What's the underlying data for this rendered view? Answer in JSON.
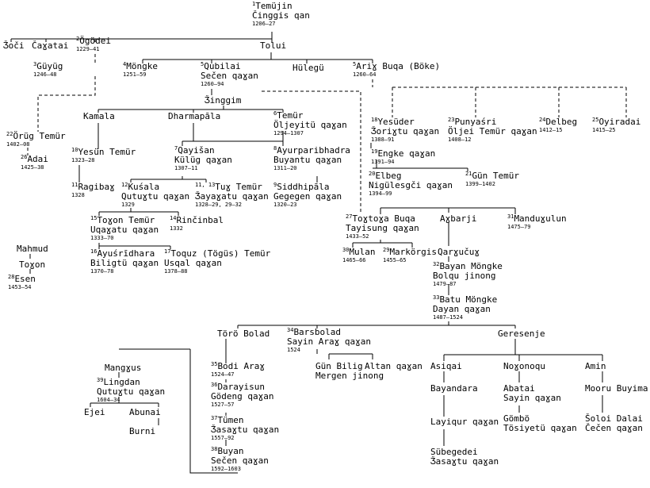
{
  "nodes": [
    {
      "id": "temujin",
      "num": "1",
      "lines": [
        "Temüjin",
        "Činggis qan"
      ],
      "date": "1206–27"
    },
    {
      "id": "joci",
      "lines": [
        "Ǯoči"
      ]
    },
    {
      "id": "cagatai",
      "lines": [
        "Čaɣatai"
      ]
    },
    {
      "id": "ogodei",
      "num": "2",
      "lines": [
        "Ögödei"
      ],
      "date": "1229–41"
    },
    {
      "id": "tolui",
      "lines": [
        "Tolui"
      ]
    },
    {
      "id": "guyug",
      "num": "3",
      "lines": [
        "Güyüg"
      ],
      "date": "1246–48"
    },
    {
      "id": "mongke",
      "num": "4",
      "lines": [
        "Möngke"
      ],
      "date": "1251–59"
    },
    {
      "id": "qubilai",
      "num": "5",
      "lines": [
        "Qubilai",
        "Sečen qaɣan"
      ],
      "date": "1260–94"
    },
    {
      "id": "hulegu",
      "lines": [
        "Hülegü"
      ]
    },
    {
      "id": "arigbuqa",
      "num": "5",
      "lines": [
        "Ariɣ Buqa (Böke)"
      ],
      "date": "1260–64"
    },
    {
      "id": "jinggim",
      "lines": [
        "Ǯinggim"
      ]
    },
    {
      "id": "kamala",
      "lines": [
        "Kamala"
      ]
    },
    {
      "id": "dharmapala",
      "lines": [
        "Dharmapāla"
      ]
    },
    {
      "id": "temur",
      "num": "6",
      "lines": [
        "Temür",
        "Öljeyitü qaɣan"
      ],
      "date": "1294–1307"
    },
    {
      "id": "yesuder",
      "num": "18",
      "lines": [
        "Yesüder",
        "Ǯoriɣtu qaɣan"
      ],
      "date": "1388–91"
    },
    {
      "id": "punyasri",
      "num": "23",
      "lines": [
        "Punyaśri",
        "Öljei Temür qaɣan"
      ],
      "date": "1408–12"
    },
    {
      "id": "delbeg",
      "num": "24",
      "lines": [
        "Delbeg"
      ],
      "date": "1412–15"
    },
    {
      "id": "oyiradai",
      "num": "25",
      "lines": [
        "Oyiradai"
      ],
      "date": "1415–25"
    },
    {
      "id": "orugtemur",
      "num": "22",
      "lines": [
        "Örüg Temür"
      ],
      "date": "1402–08"
    },
    {
      "id": "adai",
      "num": "26",
      "lines": [
        "Adai"
      ],
      "date": "1425–38"
    },
    {
      "id": "yesuntemur",
      "num": "10",
      "lines": [
        "Yesün Temür"
      ],
      "date": "1323–28"
    },
    {
      "id": "qayisan",
      "num": "7",
      "lines": [
        "Qayišan",
        "Külüg qaɣan"
      ],
      "date": "1307–11"
    },
    {
      "id": "ayurparibhadra",
      "num": "8",
      "lines": [
        "Ayurparibhadra",
        "Buyantu qaɣan"
      ],
      "date": "1311–20"
    },
    {
      "id": "engke",
      "num": "19",
      "lines": [
        "Engke qaɣan"
      ],
      "date": "1391–94"
    },
    {
      "id": "elbeg",
      "num": "20",
      "lines": [
        "Elbeg",
        "Nigülesgči qaɣan"
      ],
      "date": "1394–99"
    },
    {
      "id": "guntemur",
      "num": "21",
      "lines": [
        "Gün Temür"
      ],
      "date": "1399–1402"
    },
    {
      "id": "ragibag",
      "num": "11",
      "lines": [
        "Ragibaɣ"
      ],
      "date": "1328"
    },
    {
      "id": "kusala",
      "num": "12",
      "lines": [
        "Kuśala",
        "Qutuɣtu qaɣan"
      ],
      "date": "1329"
    },
    {
      "id": "tugtemur",
      "num": "11, 13",
      "lines": [
        "Tuɣ Temür",
        "Ǯayaɣatu qaɣan"
      ],
      "date": "1328–29, 29–32"
    },
    {
      "id": "siddhipala",
      "num": "9",
      "lines": [
        "Siddhipāla",
        "Gegegen qaɣan"
      ],
      "date": "1320–23"
    },
    {
      "id": "toyontemur",
      "num": "15",
      "lines": [
        "Toɣon Temür",
        "Uqaɣatu qaɣan"
      ],
      "date": "1333–70"
    },
    {
      "id": "rincinbal",
      "num": "14",
      "lines": [
        "Rinčinbal"
      ],
      "date": "1332"
    },
    {
      "id": "toqtoabuqa",
      "num": "27",
      "lines": [
        "Toɣtoɣa Buqa",
        "Tayisung qaɣan"
      ],
      "date": "1433–52"
    },
    {
      "id": "agbarji",
      "lines": [
        "Aɣbarji"
      ]
    },
    {
      "id": "manduɣulun",
      "num": "31",
      "lines": [
        "Manduɣulun"
      ],
      "date": "1475–79"
    },
    {
      "id": "mahmud",
      "lines": [
        "Mahmud"
      ]
    },
    {
      "id": "toyon",
      "lines": [
        "Toɣon"
      ]
    },
    {
      "id": "esen",
      "num": "28",
      "lines": [
        "Esen"
      ],
      "date": "1453–54"
    },
    {
      "id": "ayusridhara",
      "num": "16",
      "lines": [
        "Ayuśrīdhara",
        "Biligtü qaɣan"
      ],
      "date": "1370–78"
    },
    {
      "id": "toquz",
      "num": "17",
      "lines": [
        "Toquz (Tögüs) Temür",
        "Usqal qaɣan"
      ],
      "date": "1378–88"
    },
    {
      "id": "mulan",
      "num": "30",
      "lines": [
        "Mulan"
      ],
      "date": "1465–66"
    },
    {
      "id": "markorgis",
      "num": "29",
      "lines": [
        "Markörgis"
      ],
      "date": "1455–65"
    },
    {
      "id": "qarguucug",
      "lines": [
        "Qarɣučuɣ"
      ]
    },
    {
      "id": "bayanmongke",
      "num": "32",
      "lines": [
        "Bayan Möngke",
        "Bolqu jinong"
      ],
      "date": "1479–87"
    },
    {
      "id": "batumongke",
      "num": "33",
      "lines": [
        "Batu Möngke",
        "Dayan qaɣan"
      ],
      "date": "1487–1524"
    },
    {
      "id": "torobolad",
      "lines": [
        "Törö Bolad"
      ]
    },
    {
      "id": "barsbolad",
      "num": "34",
      "lines": [
        "Barsbolad",
        "Sayin Araɣ qaɣan"
      ],
      "date": "1524"
    },
    {
      "id": "geresenje",
      "lines": [
        "Geresenje"
      ]
    },
    {
      "id": "gunbilig",
      "lines": [
        "Gün Bilig",
        "Mergen jinong"
      ]
    },
    {
      "id": "altan",
      "lines": [
        "Altan qaɣan"
      ]
    },
    {
      "id": "mangɣus",
      "lines": [
        "Mangɣus"
      ]
    },
    {
      "id": "bodiarag",
      "num": "35",
      "lines": [
        "Bodi Araɣ"
      ],
      "date": "1524–47"
    },
    {
      "id": "asiqai",
      "lines": [
        "Asiqai"
      ]
    },
    {
      "id": "noyonoqu",
      "lines": [
        "Noɣonoqu"
      ]
    },
    {
      "id": "amin",
      "lines": [
        "Amin"
      ]
    },
    {
      "id": "lingdan",
      "num": "39",
      "lines": [
        "Lingdan",
        "Qutuɣtu qaɣan"
      ],
      "date": "1604–34"
    },
    {
      "id": "darayisun",
      "num": "36",
      "lines": [
        "Darayisun",
        "Gödeng qaɣan"
      ],
      "date": "1527–57"
    },
    {
      "id": "bayandara",
      "lines": [
        "Bayandara"
      ]
    },
    {
      "id": "abatai",
      "lines": [
        "Abatai",
        "Sayin qaɣan"
      ]
    },
    {
      "id": "mooru",
      "lines": [
        "Mooru Buyima"
      ]
    },
    {
      "id": "ejei",
      "lines": [
        "Ejei"
      ]
    },
    {
      "id": "abunai",
      "lines": [
        "Abunai"
      ]
    },
    {
      "id": "burni",
      "lines": [
        "Burni"
      ]
    },
    {
      "id": "tumen",
      "num": "37",
      "lines": [
        "Tümen",
        "Ǯasaɣtu qaɣan"
      ],
      "date": "1557–92"
    },
    {
      "id": "layiqur",
      "lines": [
        "Layiqur qaɣan"
      ]
    },
    {
      "id": "gombo",
      "lines": [
        "Gömbö",
        "Tösiyetü qaɣan"
      ]
    },
    {
      "id": "soloi",
      "lines": [
        "Šoloi Dalai",
        "Čečen qaɣan"
      ]
    },
    {
      "id": "buyan",
      "num": "38",
      "lines": [
        "Buyan",
        "Sečen qaɣan"
      ],
      "date": "1592–1603"
    },
    {
      "id": "subegedei",
      "lines": [
        "Sübegedei",
        "Ǯasaɣtu qaɣan"
      ]
    }
  ]
}
